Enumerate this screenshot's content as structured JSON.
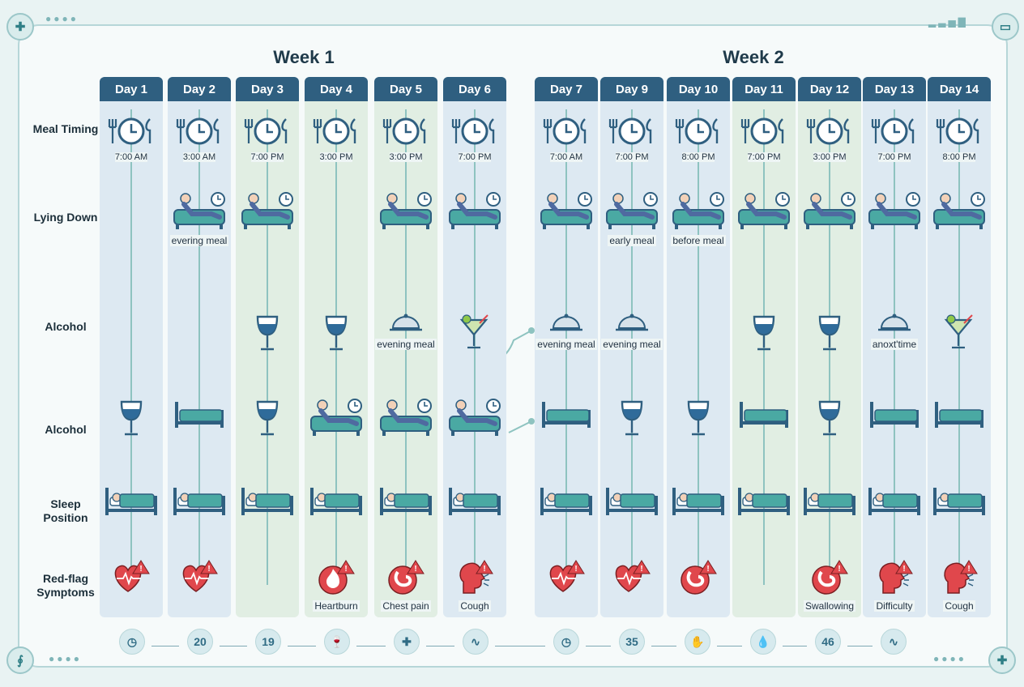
{
  "weeks": [
    {
      "title": "Week 1"
    },
    {
      "title": "Week 2"
    }
  ],
  "row_labels": [
    "Meal Timing",
    "Lying Down",
    "Alcohol",
    "Alcohol",
    "Sleep Position",
    "Red-flag Symptoms"
  ],
  "days": [
    {
      "label": "Day 1",
      "time": "7:00 AM",
      "lying": "none",
      "lying_caption": "",
      "r3": "none",
      "r3_caption": "",
      "r4": "wine",
      "symptom": "heart",
      "symptom_label": ""
    },
    {
      "label": "Day 2",
      "time": "3:00 AM",
      "lying": "sofa",
      "lying_caption": "evering meal",
      "r3": "none",
      "r3_caption": "",
      "r4": "bed",
      "symptom": "heart",
      "symptom_label": ""
    },
    {
      "label": "Day 3",
      "time": "7:00 PM",
      "lying": "sofa",
      "lying_caption": "",
      "r3": "wine",
      "r3_caption": "",
      "r4": "wine",
      "symptom": "none",
      "symptom_label": ""
    },
    {
      "label": "Day 4",
      "time": "3:00 PM",
      "lying": "none",
      "lying_caption": "",
      "r3": "wine",
      "r3_caption": "",
      "r4": "sofa",
      "symptom": "fire",
      "symptom_label": "Heartburn"
    },
    {
      "label": "Day 5",
      "time": "3:00 PM",
      "lying": "sofa",
      "lying_caption": "",
      "r3": "cloche",
      "r3_caption": "evening meal",
      "r4": "sofa",
      "symptom": "stomach",
      "symptom_label": "Chest pain"
    },
    {
      "label": "Day 6",
      "time": "7:00 PM",
      "lying": "sofa",
      "lying_caption": "",
      "r3": "cocktail",
      "r3_caption": "",
      "r4": "sofa",
      "symptom": "cough",
      "symptom_label": "Cough"
    },
    {
      "label": "Day 7",
      "time": "7:00 AM",
      "lying": "sofa",
      "lying_caption": "",
      "r3": "cloche",
      "r3_caption": "evening meal",
      "r4": "bed",
      "symptom": "heart",
      "symptom_label": ""
    },
    {
      "label": "Day 9",
      "time": "7:00 PM",
      "lying": "sofa",
      "lying_caption": "early meal",
      "r3": "cloche",
      "r3_caption": "evening meal",
      "r4": "wine",
      "symptom": "heart",
      "symptom_label": ""
    },
    {
      "label": "Day 10",
      "time": "8:00 PM",
      "lying": "sofa",
      "lying_caption": "before meal",
      "r3": "none",
      "r3_caption": "",
      "r4": "wine",
      "symptom": "stomach",
      "symptom_label": ""
    },
    {
      "label": "Day 11",
      "time": "7:00 PM",
      "lying": "sofa",
      "lying_caption": "",
      "r3": "wine",
      "r3_caption": "",
      "r4": "bed",
      "symptom": "none",
      "symptom_label": ""
    },
    {
      "label": "Day 12",
      "time": "3:00 PM",
      "lying": "sofa",
      "lying_caption": "",
      "r3": "wine",
      "r3_caption": "",
      "r4": "wine",
      "symptom": "stomach",
      "symptom_label": "Swallowing"
    },
    {
      "label": "Day 13",
      "time": "7:00 PM",
      "lying": "sofa",
      "lying_caption": "",
      "r3": "cloche",
      "r3_caption": "anoxt'time",
      "r4": "bed",
      "symptom": "cough",
      "symptom_label": "Difficulty"
    },
    {
      "label": "Day 14",
      "time": "8:00 PM",
      "lying": "sofa",
      "lying_caption": "",
      "r3": "cocktail",
      "r3_caption": "",
      "r4": "bed",
      "symptom": "cough",
      "symptom_label": "Cough"
    }
  ],
  "timeline": [
    {
      "kind": "icon",
      "icon": "clock-icon",
      "text": "◷"
    },
    {
      "kind": "text",
      "icon": "",
      "text": "20"
    },
    {
      "kind": "text",
      "icon": "",
      "text": "19"
    },
    {
      "kind": "icon",
      "icon": "wine-glass-icon",
      "text": "🍷"
    },
    {
      "kind": "icon",
      "icon": "first-aid-kit-icon",
      "text": "✚"
    },
    {
      "kind": "icon",
      "icon": "trend-icon",
      "text": "∿"
    },
    {
      "kind": "icon",
      "icon": "clock-icon",
      "text": "◷"
    },
    {
      "kind": "text",
      "icon": "",
      "text": "35"
    },
    {
      "kind": "icon",
      "icon": "hand-icon",
      "text": "✋"
    },
    {
      "kind": "icon",
      "icon": "droplet-icon",
      "text": "💧"
    },
    {
      "kind": "text",
      "icon": "",
      "text": "46"
    },
    {
      "kind": "icon",
      "icon": "trend-icon",
      "text": "∿"
    }
  ],
  "colors": {
    "header": "#2f5f80",
    "teal": "#4aa9a3",
    "alert": "#e0474c",
    "line": "#8ec3c0"
  }
}
